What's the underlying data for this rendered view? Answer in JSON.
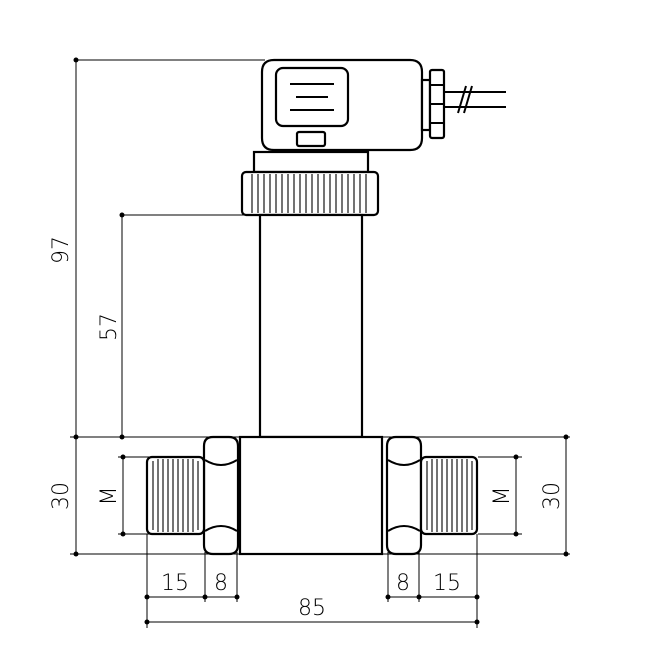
{
  "dimensions": {
    "total_height": "97",
    "tube_height": "57",
    "body_height_left": "30",
    "body_height_right": "30",
    "thread_left": "M",
    "thread_right": "M",
    "thread_length_left": "15",
    "hex_width_left": "8",
    "hex_width_right": "8",
    "thread_length_right": "15",
    "overall_width": "85"
  }
}
